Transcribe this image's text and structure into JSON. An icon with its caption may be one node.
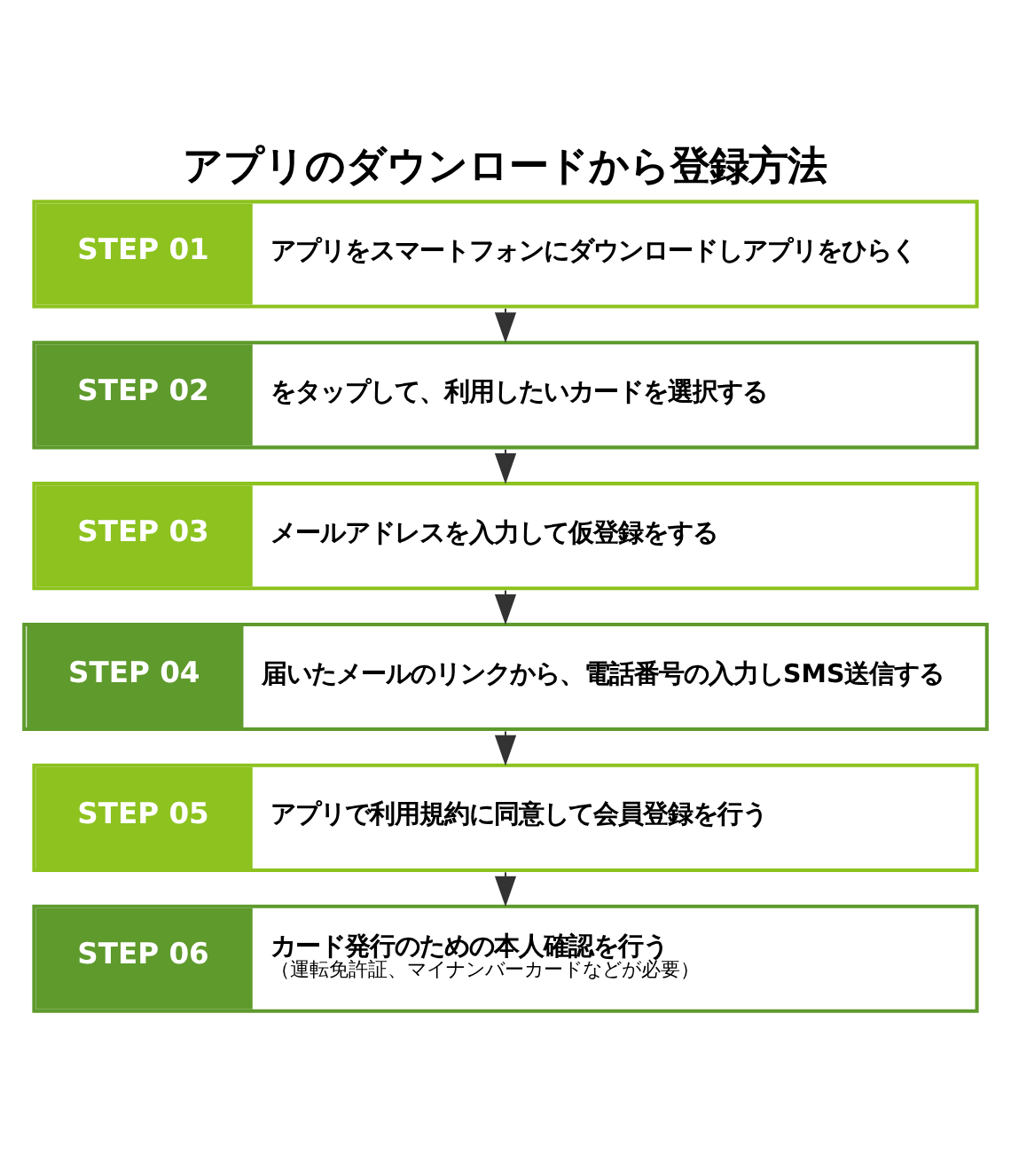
{
  "diagram": {
    "title": "アプリのダウンロードから登録方法",
    "nodes": [
      {
        "text": [
          "STEP 01",
          "アプリをスマートフォンにダウンロードしアプリをひらく"
        ]
      },
      {
        "text": [
          "STEP 02",
          "をタップして、利用したいカードを選択する"
        ]
      },
      {
        "text": [
          "STEP 03",
          "メールアドレスを入力して仮登録をする"
        ]
      },
      {
        "text": [
          "STEP 04",
          "届いたメールのリンクから、電話番号の入力しSMS送信する"
        ]
      },
      {
        "text": [
          "STEP 05",
          "アプリで利用規約に同意して会員登録を行う"
        ]
      },
      {
        "text": [
          "STEP 06",
          "カード発行のための本人確認を行う",
          "（運転免許証、マイナンバーカードなどが必要）"
        ]
      }
    ],
    "edges": [
      {
        "from": 0,
        "to": 1,
        "arrow": "to"
      },
      {
        "from": 1,
        "to": 2,
        "arrow": "to"
      },
      {
        "from": 2,
        "to": 3,
        "arrow": "to"
      },
      {
        "from": 3,
        "to": 4,
        "arrow": "to"
      },
      {
        "from": 4,
        "to": 5,
        "arrow": "to"
      }
    ]
  }
}
